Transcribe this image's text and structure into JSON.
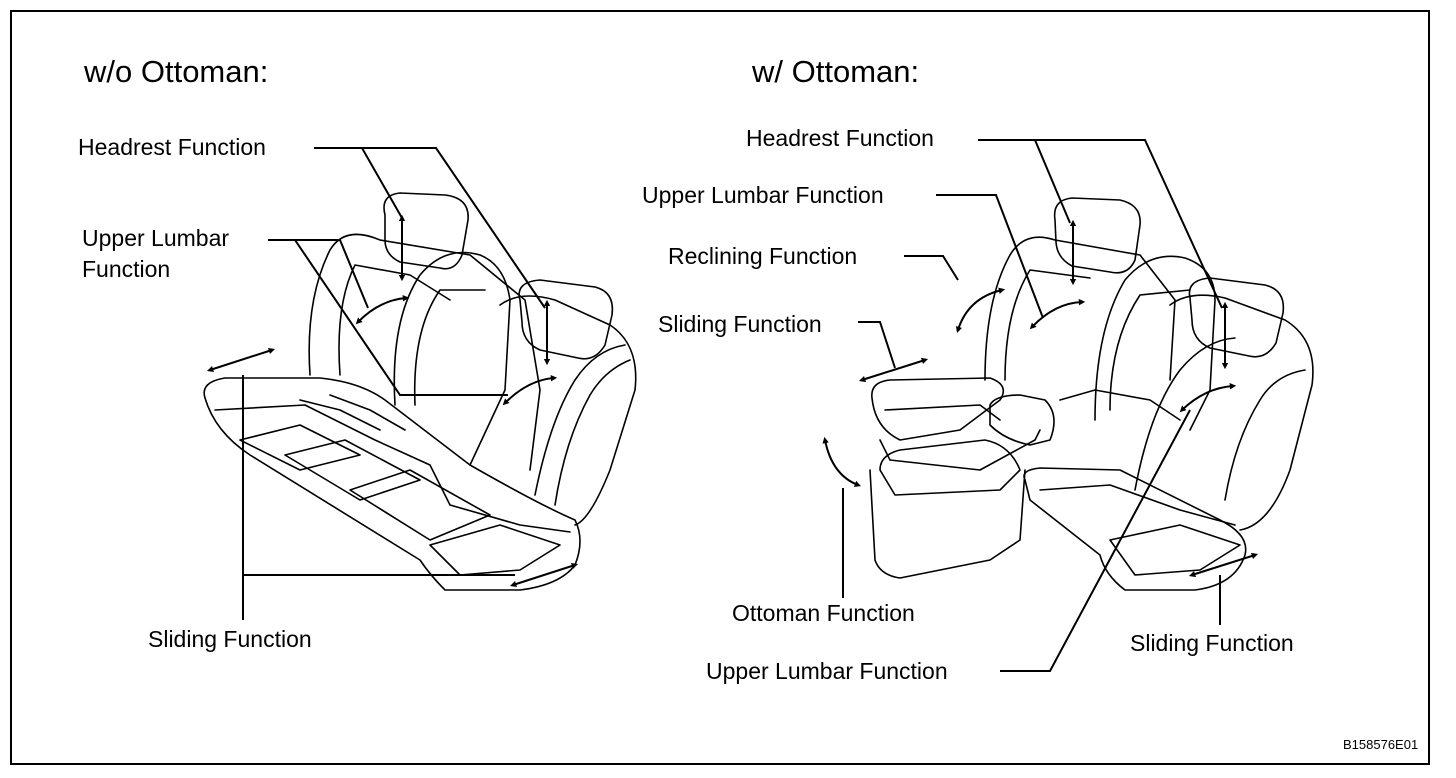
{
  "left_panel": {
    "heading": "w/o Ottoman:",
    "labels": {
      "headrest": "Headrest Function",
      "upper_lumbar_line1": "Upper Lumbar",
      "upper_lumbar_line2": "Function",
      "sliding": "Sliding Function"
    }
  },
  "right_panel": {
    "heading": "w/ Ottoman:",
    "labels": {
      "headrest": "Headrest Function",
      "upper_lumbar_top": "Upper Lumbar Function",
      "reclining": "Reclining Function",
      "sliding_left": "Sliding Function",
      "ottoman": "Ottoman Function",
      "upper_lumbar_bottom": "Upper Lumbar Function",
      "sliding_right": "Sliding Function"
    }
  },
  "figure_code": "B158576E01"
}
